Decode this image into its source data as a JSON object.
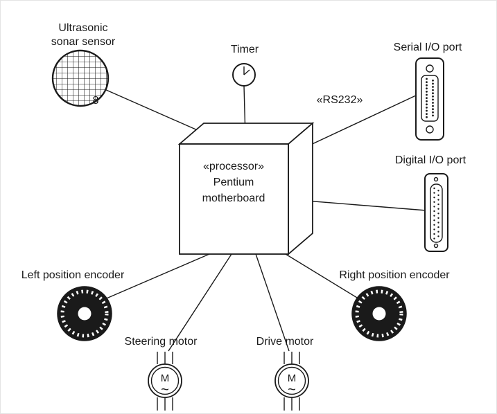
{
  "diagram": {
    "processor": {
      "stereotype": "«processor»",
      "name_line1": "Pentium",
      "name_line2": "motherboard"
    },
    "sonar": {
      "label_line1": "Ultrasonic",
      "label_line2": "sonar sensor",
      "multiplicity": "8"
    },
    "timer": {
      "label": "Timer"
    },
    "serial_port": {
      "label": "Serial I/O port"
    },
    "rs232": {
      "label": "«RS232»"
    },
    "digital_port": {
      "label": "Digital I/O port"
    },
    "left_encoder": {
      "label": "Left position encoder"
    },
    "right_encoder": {
      "label": "Right position encoder"
    },
    "steering_motor": {
      "label": "Steering motor",
      "symbol": "M",
      "wave": "~"
    },
    "drive_motor": {
      "label": "Drive motor",
      "symbol": "M",
      "wave": "~"
    },
    "colors": {
      "line": "#1a1a1a",
      "background": "#ffffff"
    }
  }
}
